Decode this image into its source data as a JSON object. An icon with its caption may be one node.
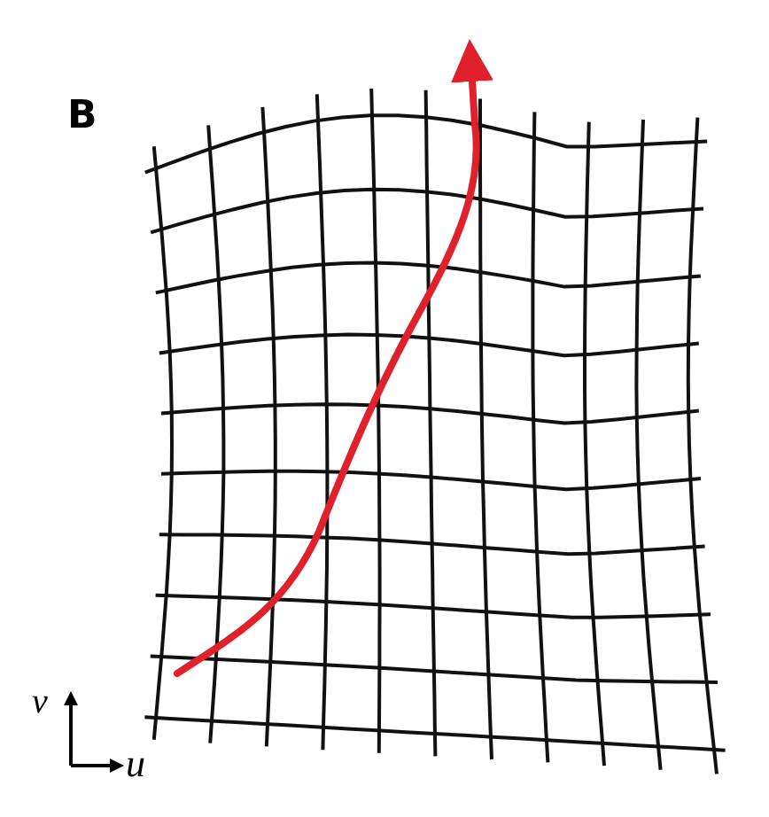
{
  "diagram": {
    "labels": [
      "B",
      "v",
      "u"
    ]
  }
}
